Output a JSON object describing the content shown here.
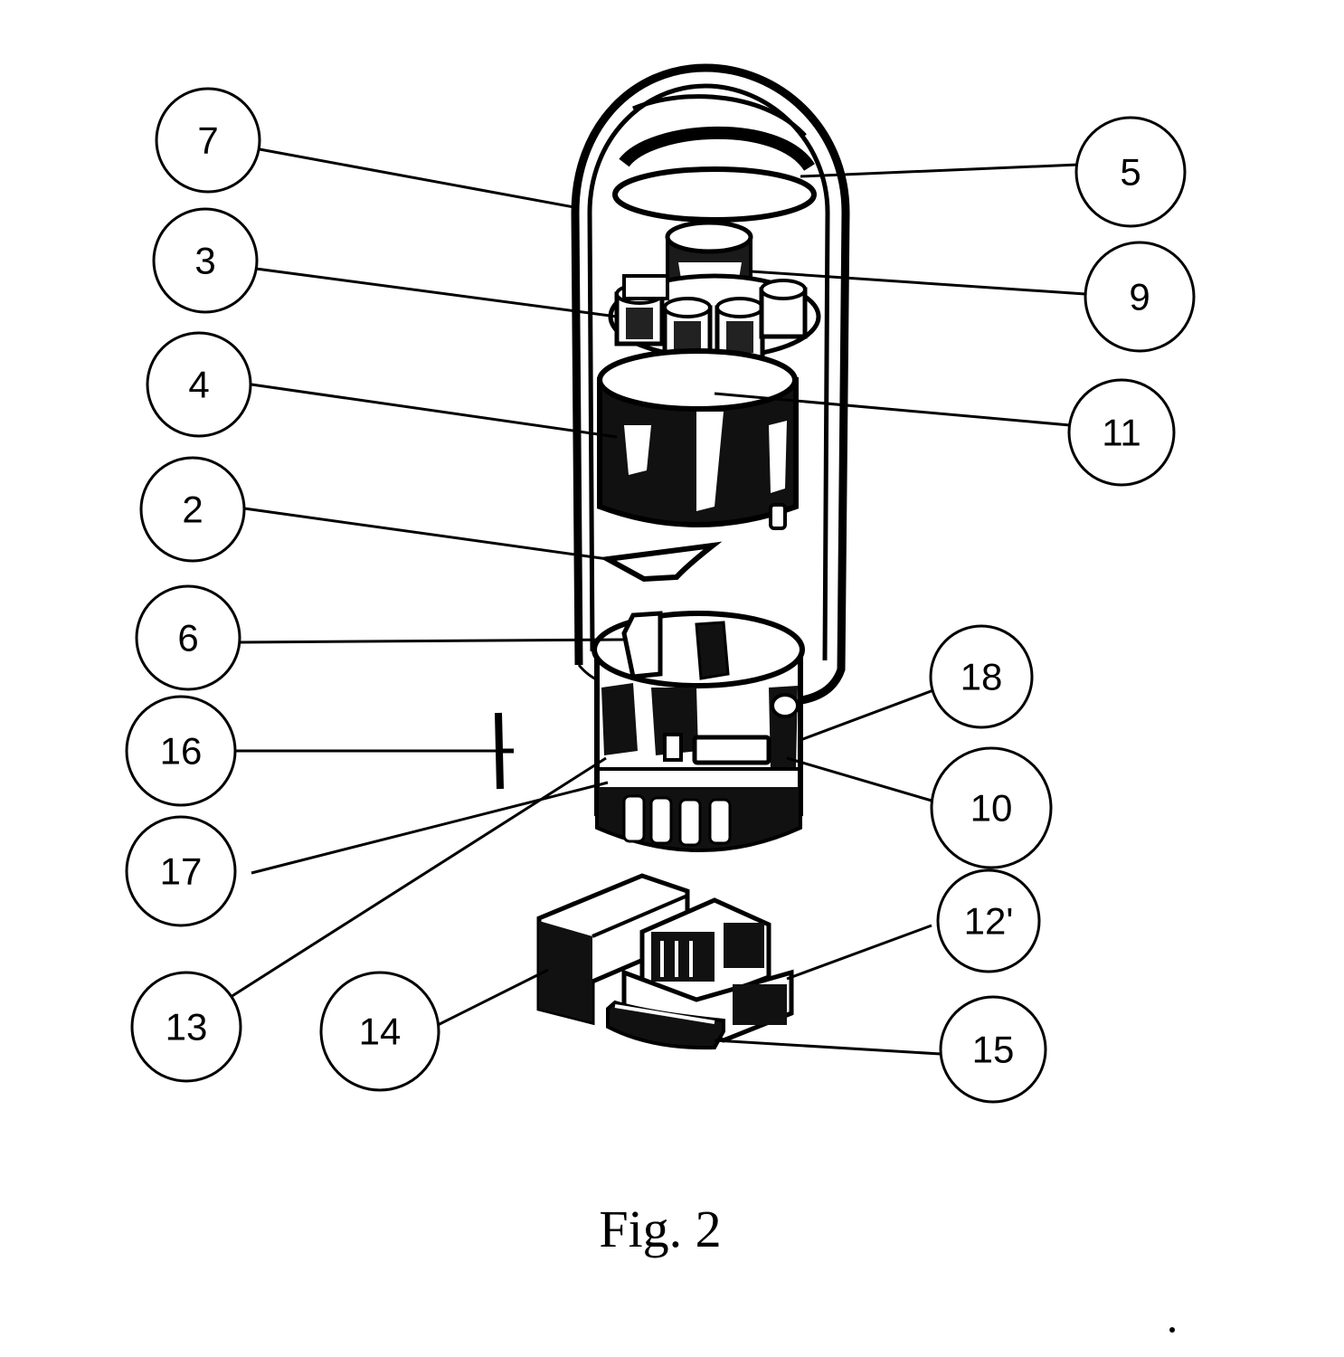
{
  "figure": {
    "caption": "Fig. 2",
    "callouts": {
      "c7": "7",
      "c5": "5",
      "c3": "3",
      "c9": "9",
      "c4": "4",
      "c11": "11",
      "c2": "2",
      "c6": "6",
      "c18": "18",
      "c16": "16",
      "c10": "10",
      "c17": "17",
      "c12": "12'",
      "c13": "13",
      "c14": "14",
      "c15": "15"
    }
  }
}
